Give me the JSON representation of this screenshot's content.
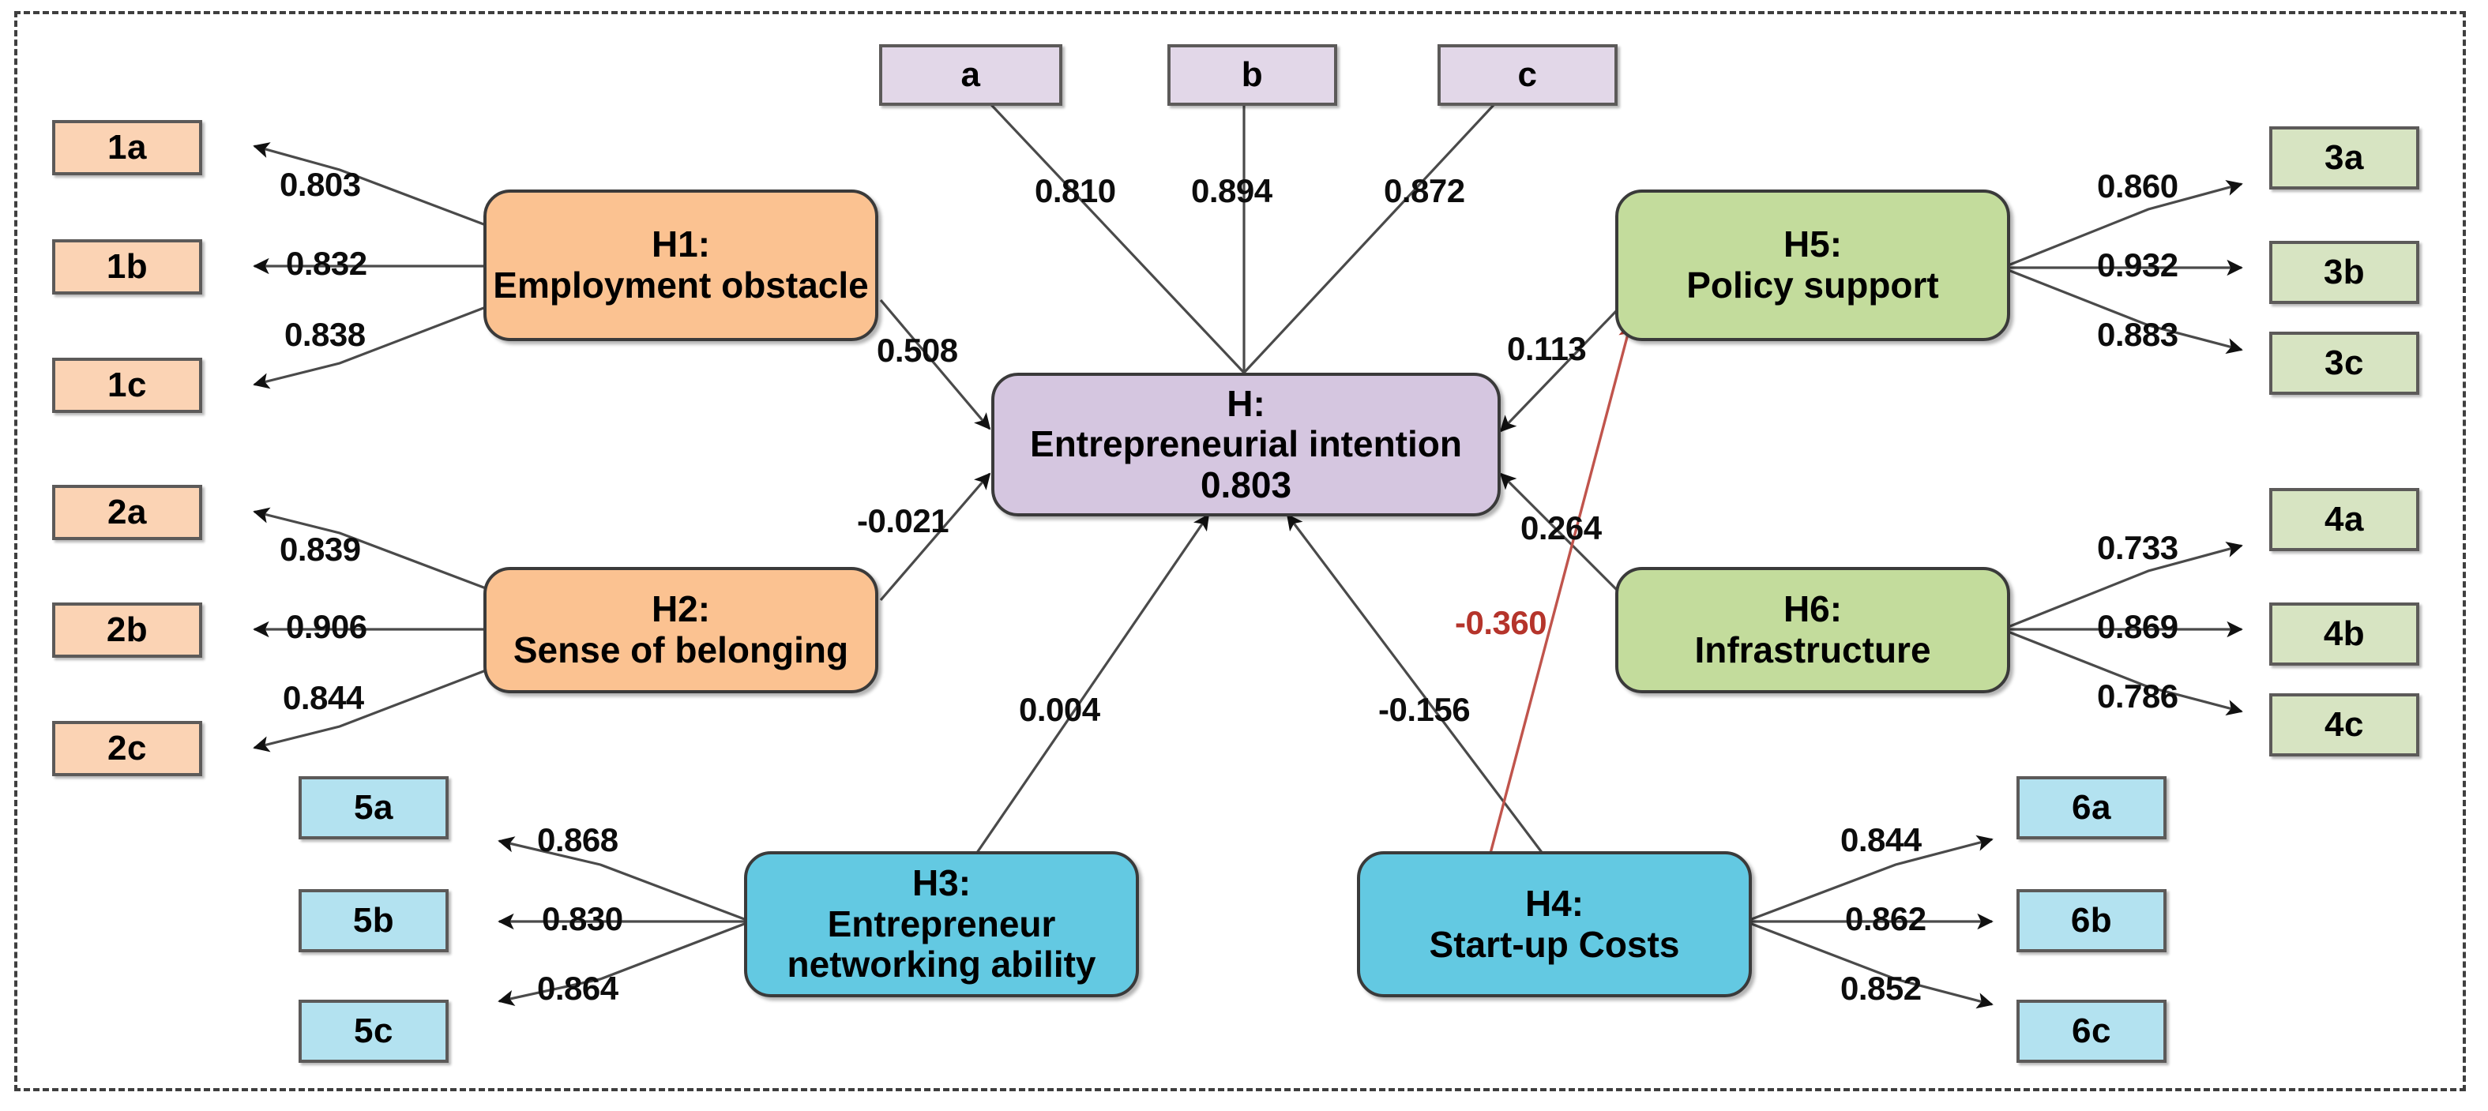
{
  "diagram": {
    "title_hidden": "",
    "frame": {
      "style": "dashed"
    },
    "colors": {
      "orange_indicator": "#fbd3b4",
      "orange_construct": "#fbc291",
      "purple_indicator": "#e2d7e8",
      "purple_construct": "#d5c6e0",
      "green_indicator": "#d7e4c2",
      "green_construct": "#c3dc9c",
      "blue_indicator": "#b3e2f0",
      "blue_construct": "#63c9e2",
      "negative_path": "#b5342b",
      "line": "#4a4a4a"
    }
  },
  "indicators": {
    "i1a": "1a",
    "i1b": "1b",
    "i1c": "1c",
    "i2a": "2a",
    "i2b": "2b",
    "i2c": "2c",
    "i3a": "3a",
    "i3b": "3b",
    "i3c": "3c",
    "i4a": "4a",
    "i4b": "4b",
    "i4c": "4c",
    "i5a": "5a",
    "i5b": "5b",
    "i5c": "5c",
    "i6a": "6a",
    "i6b": "6b",
    "i6c": "6c",
    "ia": "a",
    "ib": "b",
    "ic": "c"
  },
  "constructs": {
    "h1": {
      "code": "H1:",
      "name": "Employment obstacle"
    },
    "h2": {
      "code": "H2:",
      "name": "Sense of belonging"
    },
    "h3": {
      "code": "H3:",
      "name_line1": "Entrepreneur",
      "name_line2": "networking ability"
    },
    "h4": {
      "code": "H4:",
      "name": "Start-up Costs"
    },
    "h5": {
      "code": "H5:",
      "name": "Policy support"
    },
    "h6": {
      "code": "H6:",
      "name": "Infrastructure"
    },
    "h": {
      "code": "H:",
      "name": "Entrepreneurial intention",
      "r_squared": "0.803"
    }
  },
  "loadings": {
    "h1_1a": "0.803",
    "h1_1b": "0.832",
    "h1_1c": "0.838",
    "h2_2a": "0.839",
    "h2_2b": "0.906",
    "h2_2c": "0.844",
    "h5_3a": "0.860",
    "h5_3b": "0.932",
    "h5_3c": "0.883",
    "h6_4a": "0.733",
    "h6_4b": "0.869",
    "h6_4c": "0.786",
    "h3_5a": "0.868",
    "h3_5b": "0.830",
    "h3_5c": "0.864",
    "h4_6a": "0.844",
    "h4_6b": "0.862",
    "h4_6c": "0.852",
    "h_a": "0.810",
    "h_b": "0.894",
    "h_c": "0.872"
  },
  "paths": {
    "h1_to_h": "0.508",
    "h2_to_h": "-0.021",
    "h3_to_h": "0.004",
    "h4_to_h": "-0.156",
    "h5_to_h": "0.113",
    "h6_to_h": "0.264",
    "h4_to_h5": "-0.360"
  },
  "chart_data": {
    "type": "diagram",
    "subtype": "structural-equation-model-path-diagram",
    "title": "Structural equation model: Entrepreneurial intention",
    "latent_variables": [
      {
        "id": "H1",
        "label": "H1: Employment obstacle",
        "color": "#fbc291",
        "indicators": [
          {
            "id": "1a",
            "loading": 0.803
          },
          {
            "id": "1b",
            "loading": 0.832
          },
          {
            "id": "1c",
            "loading": 0.838
          }
        ]
      },
      {
        "id": "H2",
        "label": "H2: Sense of belonging",
        "color": "#fbc291",
        "indicators": [
          {
            "id": "2a",
            "loading": 0.839
          },
          {
            "id": "2b",
            "loading": 0.906
          },
          {
            "id": "2c",
            "loading": 0.844
          }
        ]
      },
      {
        "id": "H3",
        "label": "H3: Entrepreneur networking ability",
        "color": "#63c9e2",
        "indicators": [
          {
            "id": "5a",
            "loading": 0.868
          },
          {
            "id": "5b",
            "loading": 0.83
          },
          {
            "id": "5c",
            "loading": 0.864
          }
        ]
      },
      {
        "id": "H4",
        "label": "H4: Start-up Costs",
        "color": "#63c9e2",
        "indicators": [
          {
            "id": "6a",
            "loading": 0.844
          },
          {
            "id": "6b",
            "loading": 0.862
          },
          {
            "id": "6c",
            "loading": 0.852
          }
        ]
      },
      {
        "id": "H5",
        "label": "H5: Policy support",
        "color": "#c3dc9c",
        "indicators": [
          {
            "id": "3a",
            "loading": 0.86
          },
          {
            "id": "3b",
            "loading": 0.932
          },
          {
            "id": "3c",
            "loading": 0.883
          }
        ]
      },
      {
        "id": "H6",
        "label": "H6: Infrastructure",
        "color": "#c3dc9c",
        "indicators": [
          {
            "id": "4a",
            "loading": 0.733
          },
          {
            "id": "4b",
            "loading": 0.869
          },
          {
            "id": "4c",
            "loading": 0.786
          }
        ]
      },
      {
        "id": "H",
        "label": "H: Entrepreneurial intention",
        "color": "#d5c6e0",
        "r_squared": 0.803,
        "indicators": [
          {
            "id": "a",
            "loading": 0.81
          },
          {
            "id": "b",
            "loading": 0.894
          },
          {
            "id": "c",
            "loading": 0.872
          }
        ]
      }
    ],
    "structural_paths": [
      {
        "from": "H1",
        "to": "H",
        "coefficient": 0.508,
        "sign": "positive"
      },
      {
        "from": "H2",
        "to": "H",
        "coefficient": -0.021,
        "sign": "negative"
      },
      {
        "from": "H3",
        "to": "H",
        "coefficient": 0.004,
        "sign": "positive"
      },
      {
        "from": "H4",
        "to": "H",
        "coefficient": -0.156,
        "sign": "negative"
      },
      {
        "from": "H5",
        "to": "H",
        "coefficient": 0.113,
        "sign": "positive"
      },
      {
        "from": "H6",
        "to": "H",
        "coefficient": 0.264,
        "sign": "positive"
      },
      {
        "from": "H4",
        "to": "H5",
        "coefficient": -0.36,
        "sign": "negative",
        "highlight_color": "#b5342b"
      }
    ]
  }
}
